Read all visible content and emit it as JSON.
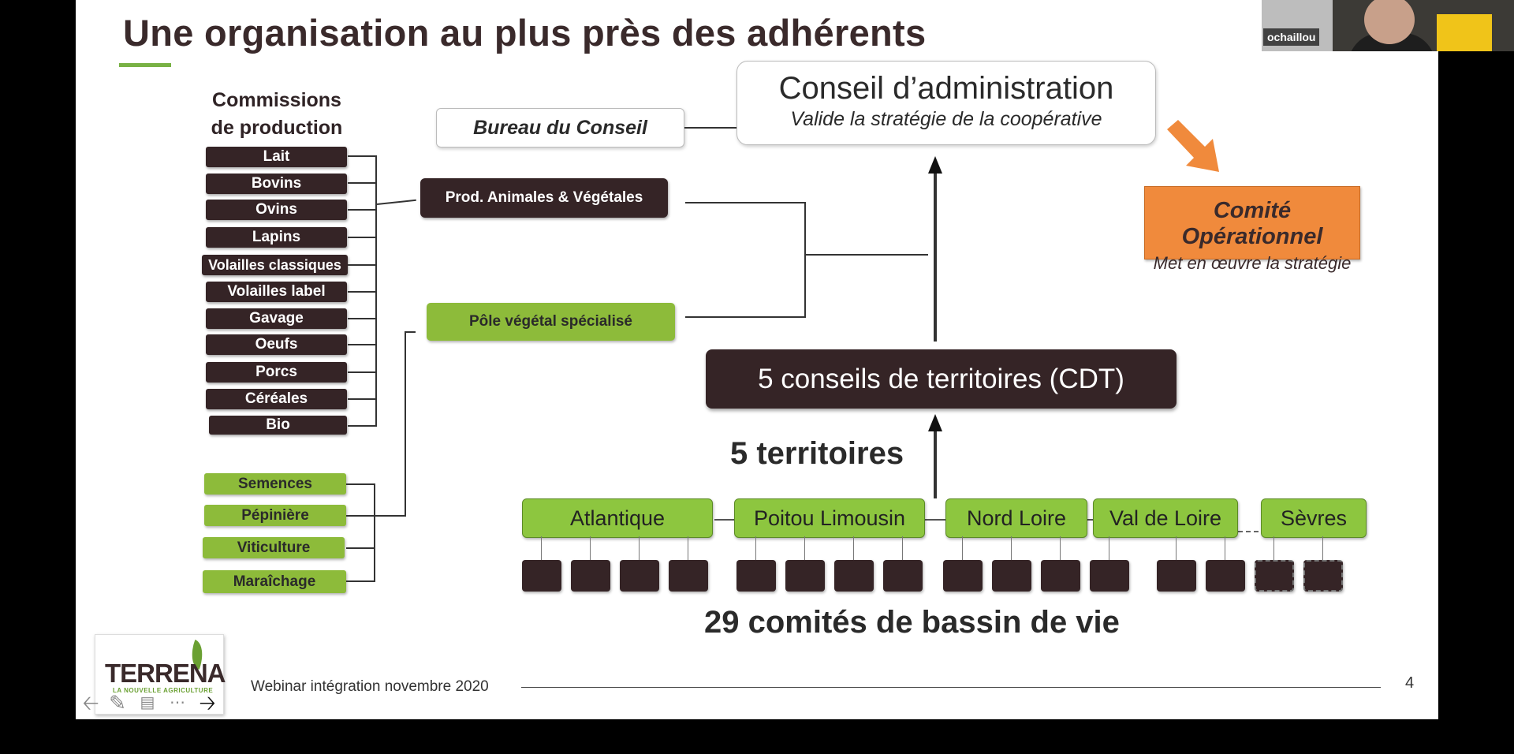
{
  "slide": {
    "title": "Une organisation au plus près des adhérents",
    "commissions_heading": [
      "Commissions",
      "de production"
    ],
    "animal_commissions": [
      "Lait",
      "Bovins",
      "Ovins",
      "Lapins",
      "Volailles classiques",
      "Volailles label",
      "Gavage",
      "Oeufs",
      "Porcs",
      "Céréales",
      "Bio"
    ],
    "plant_commissions": [
      "Semences",
      "Pépinière",
      "Viticulture",
      "Maraîchage"
    ],
    "prod_animales": "Prod. Animales & Végétales",
    "pole_vegetal": "Pôle végétal spécialisé",
    "bureau": "Bureau du Conseil",
    "conseil_title": "Conseil d’administration",
    "conseil_sub": "Valide la stratégie de la coopérative",
    "comite_title": "Comité Opérationnel",
    "comite_sub": "Met en œuvre la stratégie",
    "cdt": "5 conseils de territoires (CDT)",
    "territoires_label": "5 territoires",
    "territoires": [
      "Atlantique",
      "Poitou Limousin",
      "Nord Loire",
      "Val de Loire",
      "Sèvres"
    ],
    "bassin_label": "29 comités de bassin de vie",
    "footer": "Webinar intégration novembre 2020",
    "page_number": "4",
    "logo_word": "TERRENA",
    "logo_tagline": "LA NOUVELLE AGRICULTURE"
  },
  "webcam": {
    "participant_name": "ochaillou"
  },
  "colors": {
    "dark_box": "#352426",
    "green_box": "#8dbb3a",
    "orange": "#f08a3c",
    "accent_green": "#78b144"
  },
  "icons": [
    "arrow-left-icon",
    "pencil-icon",
    "subtitles-icon",
    "more-icon",
    "arrow-right-icon",
    "orange-arrow-icon"
  ]
}
